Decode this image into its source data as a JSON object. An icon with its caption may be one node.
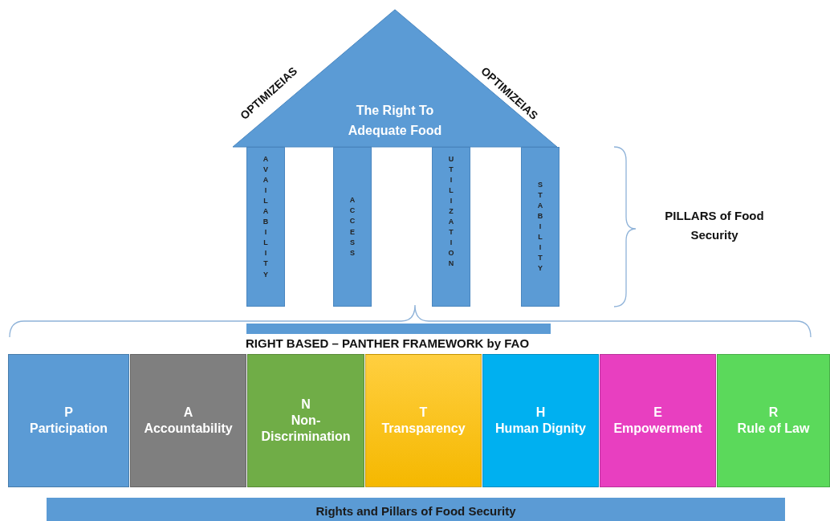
{
  "diagram": {
    "nodes": [
      {
        "text": [
          "The Right To Adequate Food"
        ]
      },
      {
        "text": [
          "AVAILABILITY"
        ]
      },
      {
        "text": [
          "ACCESS"
        ]
      },
      {
        "text": [
          "UTILIZATION"
        ]
      },
      {
        "text": [
          "STABILITY"
        ]
      },
      {
        "text": [
          "P",
          "Participation"
        ]
      },
      {
        "text": [
          "A",
          "Accountability"
        ]
      },
      {
        "text": [
          "N",
          "Non-Discrimination"
        ]
      },
      {
        "text": [
          "T",
          "Transparency"
        ]
      },
      {
        "text": [
          "H",
          "Human Dignity"
        ]
      },
      {
        "text": [
          "E",
          "Empowerment"
        ]
      },
      {
        "text": [
          "R",
          "Rule of Law"
        ]
      },
      {
        "text": [
          "Rights and Pillars of Food Security"
        ]
      }
    ],
    "labels": [
      "OPTIMIZEIAS",
      "OPTIMIZEIAS",
      "PILLARS of Food Security",
      "RIGHT BASED – PANTHER FRAMEWORK by FAO"
    ]
  }
}
